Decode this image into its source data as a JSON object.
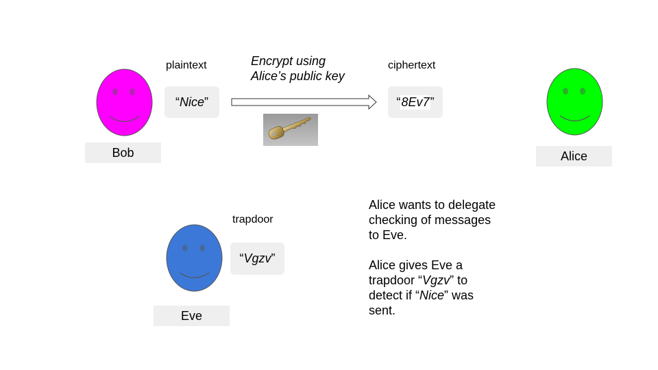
{
  "bob": {
    "name": "Bob",
    "face_color": "#ff00ff"
  },
  "alice": {
    "name": "Alice",
    "face_color": "#00ff00"
  },
  "eve": {
    "name": "Eve",
    "face_color": "#3c78d8"
  },
  "plaintext": {
    "label": "plaintext",
    "open_quote": "“",
    "value": "Nice",
    "close_quote": "”"
  },
  "ciphertext": {
    "label": "ciphertext",
    "open_quote": "“",
    "value": "8Ev7",
    "close_quote": "”"
  },
  "trapdoor": {
    "label": "trapdoor",
    "open_quote": "“",
    "value": "Vgzv",
    "close_quote": "”"
  },
  "encrypt_caption": {
    "line1": "Encrypt using",
    "line2": "Alice’s public key"
  },
  "explanation": {
    "paragraph1": "Alice wants to delegate checking of messages to Eve.",
    "p2_before": "Alice gives Eve a trapdoor “",
    "p2_trapdoor": "Vgzv",
    "p2_middle": "” to detect if “",
    "p2_message": "Nice",
    "p2_after": "” was sent."
  },
  "icons": {
    "key": "key-icon",
    "arrow": "right-arrow-icon"
  }
}
